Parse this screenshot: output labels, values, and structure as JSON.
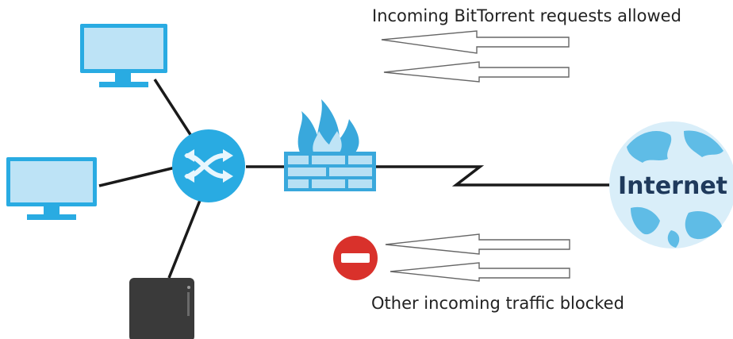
{
  "captions": {
    "allowed": "Incoming BitTorrent requests allowed",
    "blocked": "Other incoming traffic blocked"
  },
  "internet_label": "Internet",
  "icons": {
    "computer": "computer-monitor-icon",
    "switch": "network-switch-icon",
    "firewall": "firewall-icon",
    "globe": "internet-globe-icon",
    "storage": "nas-storage-icon",
    "blocked": "no-entry-icon",
    "arrow": "left-arrow-icon"
  },
  "colors": {
    "device_blue": "#29abe2",
    "device_light": "#bde3f6",
    "firewall_blue": "#39a8dc",
    "firewall_light": "#b7e0f4",
    "globe_blue": "#5fbce6",
    "globe_light": "#d9eef9",
    "line": "#1a1a1a",
    "block_red": "#d9312b",
    "nas_dark": "#3a3a3a"
  }
}
